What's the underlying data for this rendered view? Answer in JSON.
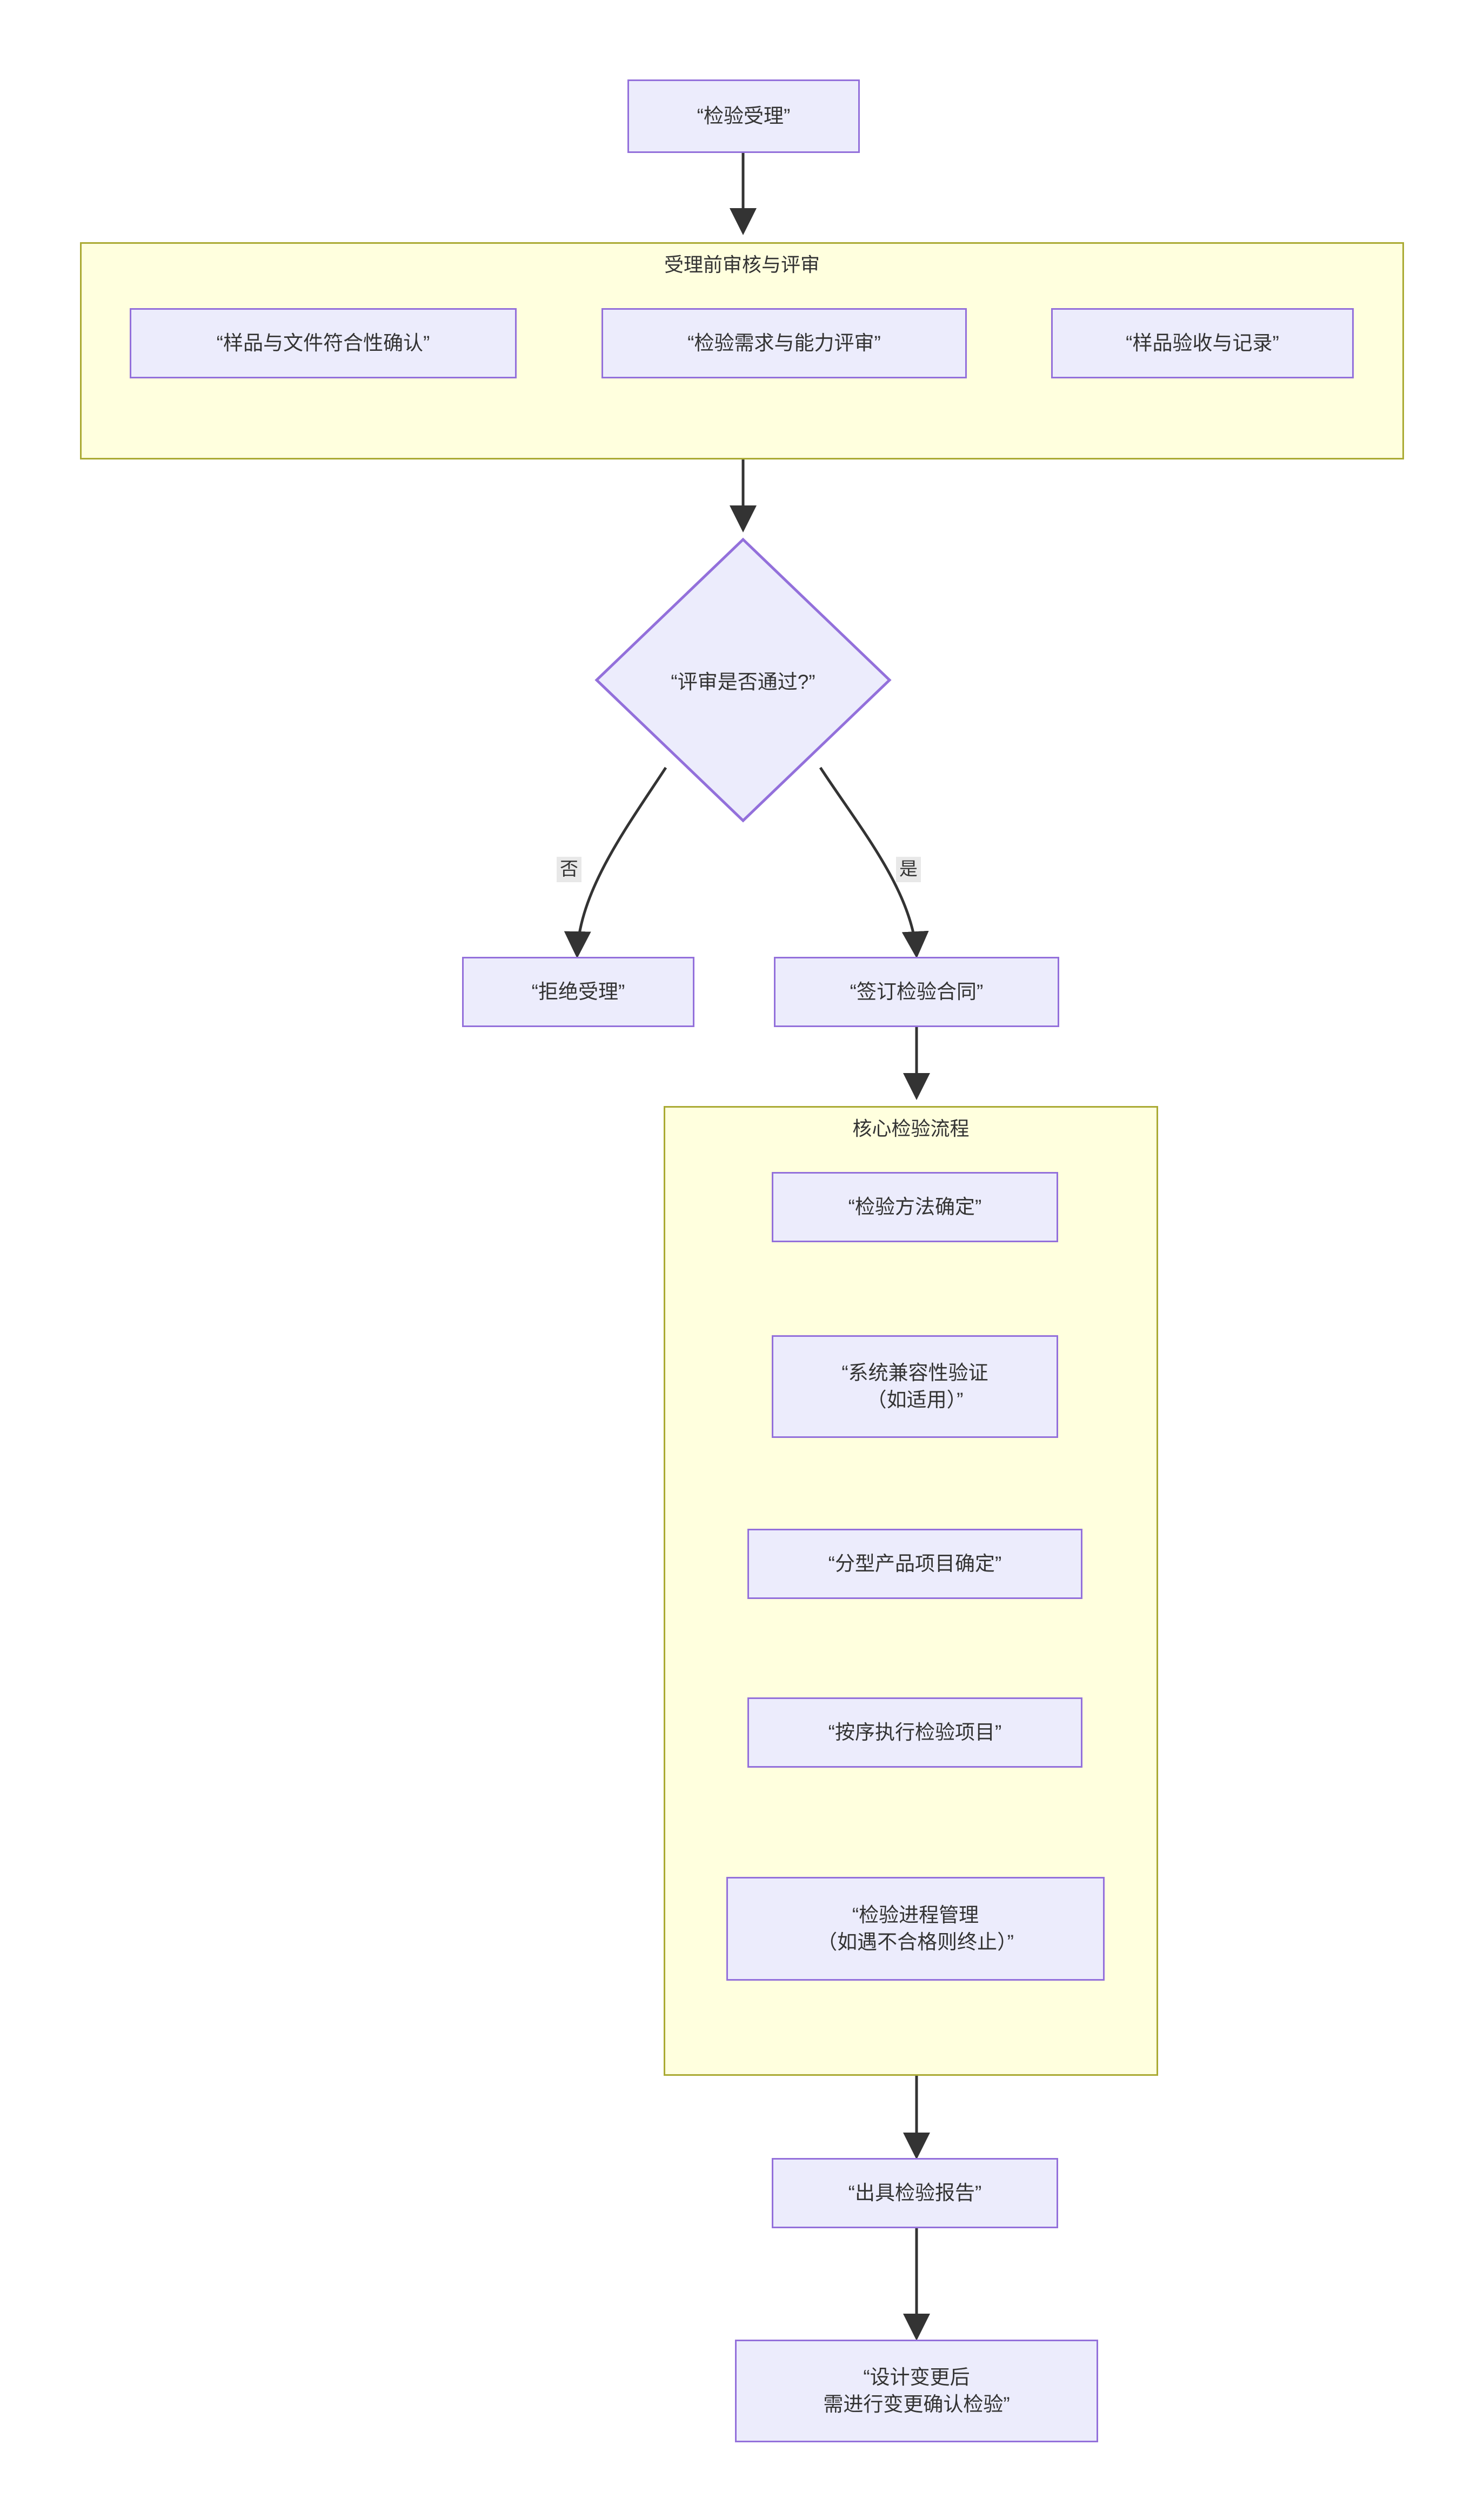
{
  "diagram": {
    "type": "flowchart",
    "direction": "top-down",
    "title_visible": false,
    "palette": {
      "canvas_background": "#ffffff",
      "node_fill": "#ececfc",
      "node_border": "#9370db",
      "node_text": "#333333",
      "cluster_fill": "#ffffde",
      "cluster_border": "#aaaa33",
      "edge_stroke": "#333333",
      "edge_label_background": "#e8e8e8"
    }
  },
  "nodes": {
    "start": {
      "label": "“检验受理”"
    },
    "pre_1": {
      "label": "“样品与文件符合性确认”"
    },
    "pre_2": {
      "label": "“检验需求与能力评审”"
    },
    "pre_3": {
      "label": "“样品验收与记录”"
    },
    "decision": {
      "label": "“评审是否通过?”"
    },
    "reject": {
      "label": "“拒绝受理”"
    },
    "contract": {
      "label": "“签订检验合同”"
    },
    "core_1": {
      "label": "“检验方法确定”"
    },
    "core_2": {
      "line1": "“系统兼容性验证",
      "line2": "（如适用）”"
    },
    "core_3": {
      "label": "“分型产品项目确定”"
    },
    "core_4": {
      "label": "“按序执行检验项目”"
    },
    "core_5": {
      "line1": "“检验进程管理",
      "line2": "（如遇不合格则终止）”"
    },
    "report": {
      "label": "“出具检验报告”"
    },
    "change": {
      "line1": "“设计变更后",
      "line2": "需进行变更确认检验”"
    }
  },
  "clusters": {
    "pre_review": {
      "title": "受理前审核与评审"
    },
    "core_process": {
      "title": "核心检验流程"
    }
  },
  "edge_labels": {
    "no": "否",
    "yes": "是"
  },
  "edges": [
    {
      "from": "start",
      "to": "pre_review",
      "label": ""
    },
    {
      "from": "pre_review",
      "to": "decision",
      "label": ""
    },
    {
      "from": "decision",
      "to": "reject",
      "label": "否"
    },
    {
      "from": "decision",
      "to": "contract",
      "label": "是"
    },
    {
      "from": "contract",
      "to": "core_process",
      "label": ""
    },
    {
      "from": "core_process",
      "to": "report",
      "label": ""
    },
    {
      "from": "report",
      "to": "change",
      "label": ""
    }
  ]
}
